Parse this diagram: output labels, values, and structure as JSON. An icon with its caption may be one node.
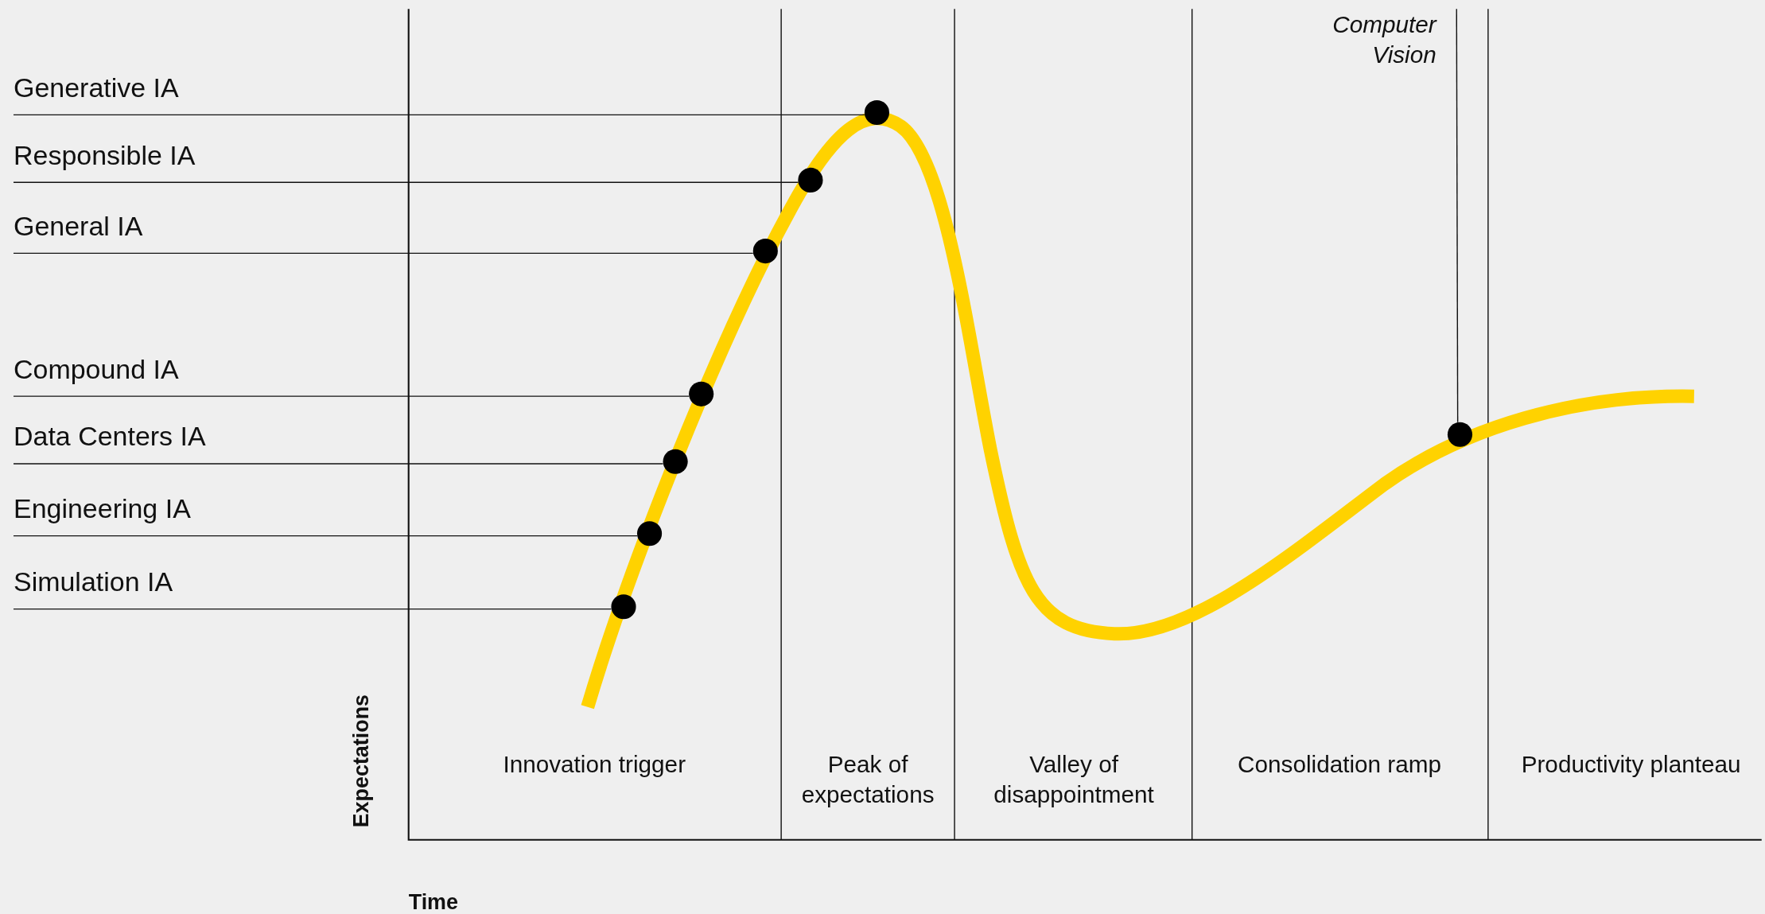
{
  "diagram": {
    "nodes": [
      {
        "text": [
          "Generative IA"
        ]
      },
      {
        "text": [
          "Responsible IA"
        ]
      },
      {
        "text": [
          "General IA"
        ]
      },
      {
        "text": [
          "Compound IA"
        ]
      },
      {
        "text": [
          "Data Centers IA"
        ]
      },
      {
        "text": [
          "Engineering IA"
        ]
      },
      {
        "text": [
          "Simulation IA"
        ]
      },
      {
        "text": [
          "Computer Vision"
        ]
      },
      {
        "text": [],
        "shape": "circle"
      },
      {
        "text": [],
        "shape": "circle"
      },
      {
        "text": [],
        "shape": "circle"
      },
      {
        "text": [],
        "shape": "circle"
      },
      {
        "text": [],
        "shape": "circle"
      },
      {
        "text": [],
        "shape": "circle"
      },
      {
        "text": [],
        "shape": "circle"
      },
      {
        "text": [],
        "shape": "circle"
      }
    ],
    "edges": [
      {
        "from": 0,
        "to": 8,
        "arrow": "none"
      },
      {
        "from": 1,
        "to": 9,
        "arrow": "none"
      },
      {
        "from": 2,
        "to": 10,
        "arrow": "none"
      },
      {
        "from": 3,
        "to": 11,
        "arrow": "none"
      },
      {
        "from": 4,
        "to": 12,
        "arrow": "none"
      },
      {
        "from": 5,
        "to": 13,
        "arrow": "none"
      },
      {
        "from": 6,
        "to": 14,
        "arrow": "none"
      },
      {
        "from": 7,
        "to": 15,
        "arrow": "none"
      }
    ],
    "labels": [
      "Innovation trigger",
      "Peak of expectations",
      "Valley of disappointment",
      "Consolidation ramp",
      "Productivity planteau",
      "Expectations",
      "Time"
    ]
  }
}
